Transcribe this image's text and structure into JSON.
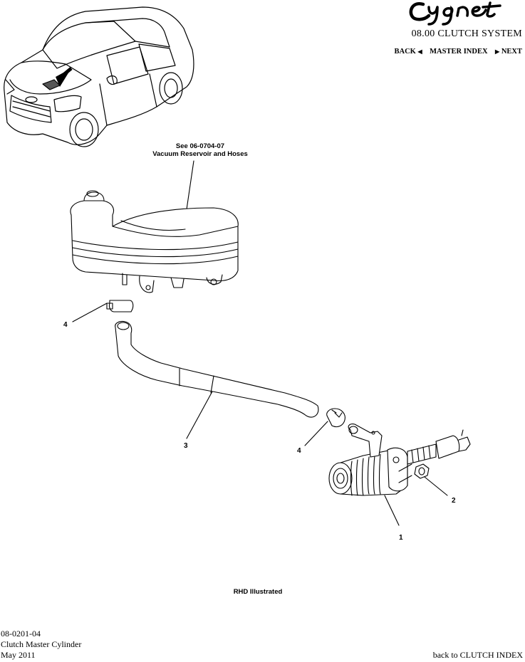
{
  "header": {
    "logo_text": "Cygnet",
    "section_title": "08.00 CLUTCH SYSTEM",
    "nav": {
      "back_label": "BACK",
      "master_index_label": "MASTER INDEX",
      "next_label": "NEXT"
    }
  },
  "diagram": {
    "reference_note_line1": "See 06-0704-07",
    "reference_note_line2": "Vacuum Reservoir and Hoses",
    "callouts": [
      "4",
      "3",
      "4",
      "2",
      "1"
    ],
    "illustration_note": "RHD Illustrated"
  },
  "footer": {
    "doc_number": "08-0201-04",
    "doc_title": "Clutch Master Cylinder",
    "doc_date": "May 2011",
    "back_link": "back to CLUTCH INDEX"
  },
  "icons": [
    "left-triangle-icon",
    "right-triangle-icon"
  ]
}
